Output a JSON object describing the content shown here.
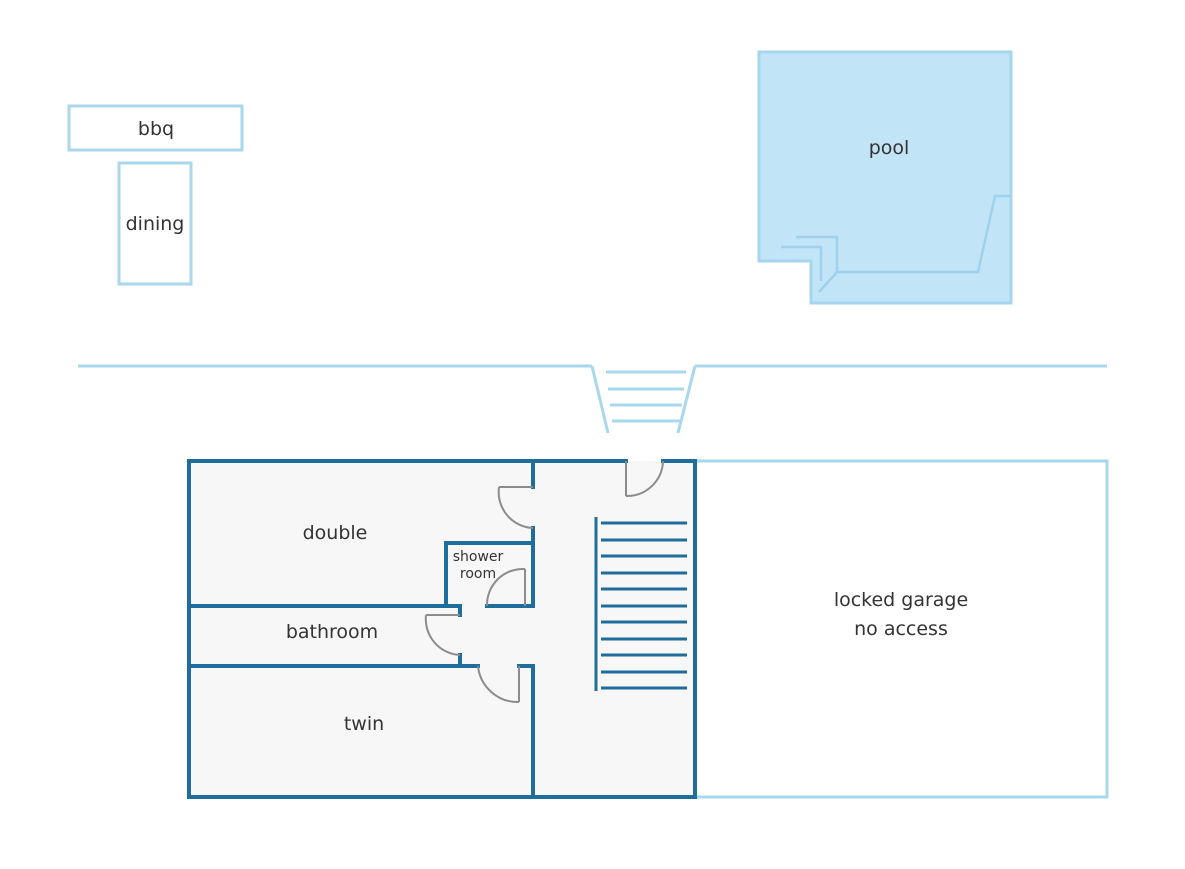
{
  "colors": {
    "wall_dark": "#1f6d9c",
    "wall_light": "#a9d7ee",
    "pool_fill": "#c2e4f7",
    "pool_stroke": "#a6d5ef",
    "room_fill": "#f7f7f7",
    "door_stroke": "#8c8c8c",
    "text": "#333333"
  },
  "outdoor": {
    "bbq": "bbq",
    "dining": "dining",
    "pool": "pool"
  },
  "rooms": {
    "double": "double",
    "shower_room_line1": "shower",
    "shower_room_line2": "room",
    "bathroom": "bathroom",
    "twin": "twin"
  },
  "garage": {
    "line1": "locked garage",
    "line2": "no access"
  }
}
